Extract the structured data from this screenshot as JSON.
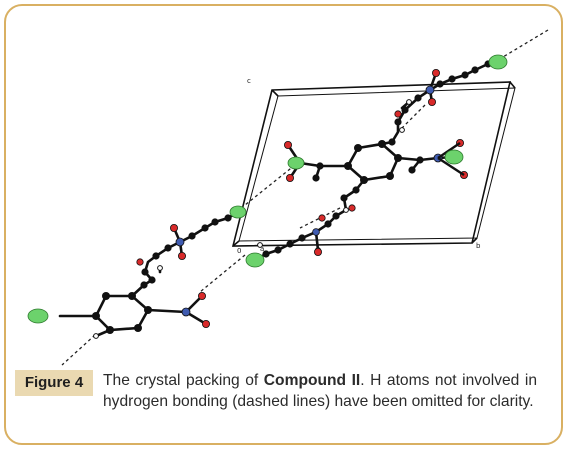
{
  "figure": {
    "badge": "Figure 4",
    "caption": {
      "before": "The crystal packing of ",
      "bold": "Compound II",
      "after": ". H atoms not involved in hydrogen bonding (dashed lines) have been omitted for clarity."
    },
    "axes": {
      "c": "c",
      "b": "b",
      "origin": "0",
      "a": "a"
    },
    "colors": {
      "frame": "#d9b062",
      "badge_bg": "#ead9b1",
      "carbon": "#111111",
      "chlorine": "#6cd26c",
      "nitrogen": "#3f5bb0",
      "oxygen": "#d82a2a"
    }
  }
}
